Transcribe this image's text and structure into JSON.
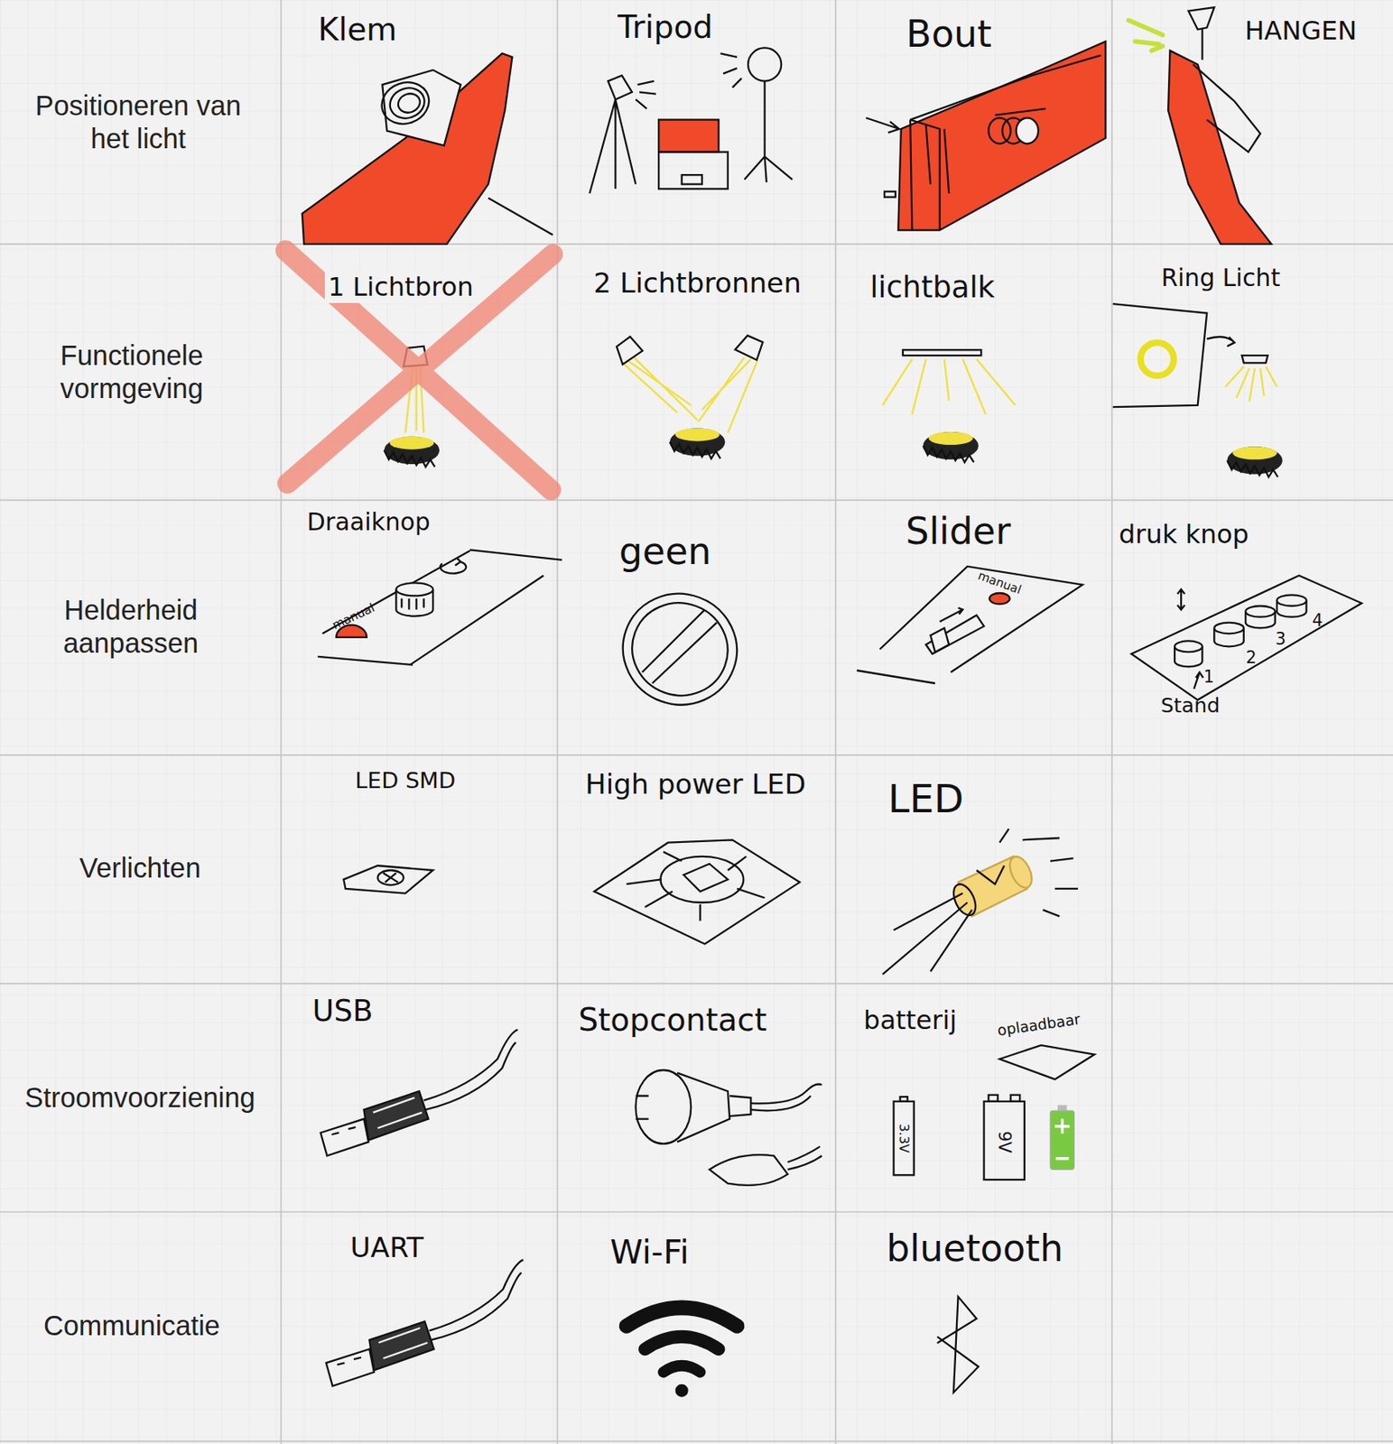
{
  "diagram": {
    "labels": [
      "Positioneren van het licht",
      "Klem",
      "Tripod",
      "Bout",
      "HANGEN",
      "Functionele vormgeving",
      "1 Lichtbron",
      "2 Lichtbronnen",
      "lichtbalk",
      "Ring Licht",
      "Helderheid aanpassen",
      "Draaiknop",
      "manual",
      "geen",
      "Slider",
      "manual",
      "druk knop",
      "1",
      "2",
      "3",
      "4",
      "Stand",
      "Verlichten",
      "LED SMD",
      "High power LED",
      "LED",
      "Stroomvoorziening",
      "USB",
      "Stopcontact",
      "batterij",
      "oplaadbaar",
      "3.3V",
      "9V",
      "Communicatie",
      "UART",
      "Wi-Fi",
      "bluetooth"
    ]
  }
}
